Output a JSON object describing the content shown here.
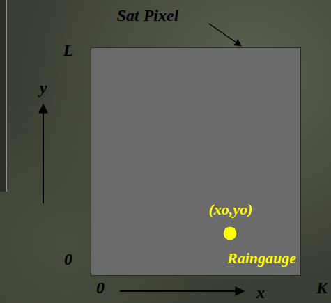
{
  "diagram": {
    "nodes": [
      {
        "text": [
          "(xo,yo)",
          "Raingauge"
        ]
      }
    ],
    "labels": [
      "Sat Pixel",
      "L",
      "y",
      "0",
      "0",
      "K",
      "x"
    ]
  }
}
